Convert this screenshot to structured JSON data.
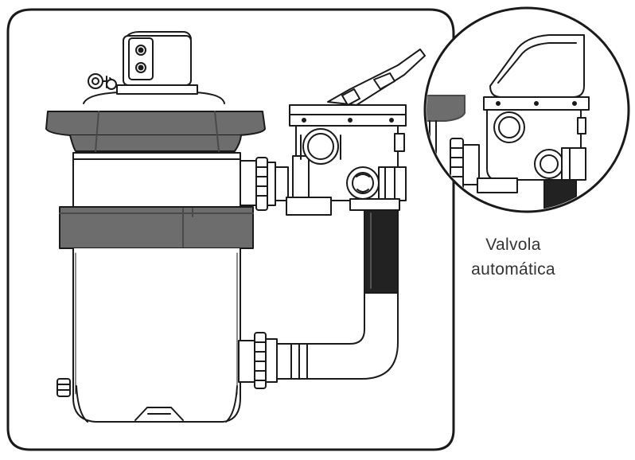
{
  "caption": {
    "line1": "Valvola",
    "line2": "automática"
  },
  "colors": {
    "outline": "#1a1a1a",
    "dark_band": "#6d6d6d",
    "black_hose": "#222222",
    "background": "#ffffff"
  },
  "icons": [
    "sand-filter-tank",
    "multiport-valve",
    "zoom-inset-valve"
  ]
}
